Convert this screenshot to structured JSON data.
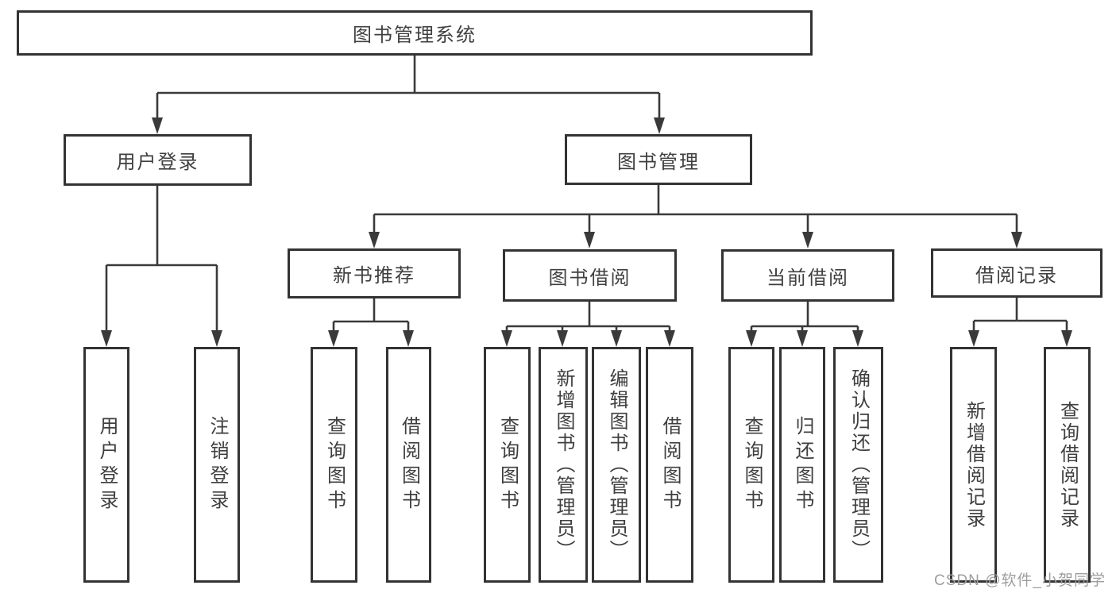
{
  "tree": {
    "label": "图书管理系统",
    "children": [
      {
        "label": "用户登录",
        "children": [
          {
            "label": "用户登录"
          },
          {
            "label": "注销登录"
          }
        ]
      },
      {
        "label": "图书管理",
        "children": [
          {
            "label": "新书推荐",
            "children": [
              {
                "label": "查询图书"
              },
              {
                "label": "借阅图书"
              }
            ]
          },
          {
            "label": "图书借阅",
            "children": [
              {
                "label": "查询图书"
              },
              {
                "label": "新增图书（管理员）"
              },
              {
                "label": "编辑图书（管理员）"
              },
              {
                "label": "借阅图书"
              }
            ]
          },
          {
            "label": "当前借阅",
            "children": [
              {
                "label": "查询图书"
              },
              {
                "label": "归还图书"
              },
              {
                "label": "确认归还（管理员）"
              }
            ]
          },
          {
            "label": "借阅记录",
            "children": [
              {
                "label": "新增借阅记录"
              },
              {
                "label": "查询借阅记录"
              }
            ]
          }
        ]
      }
    ]
  },
  "watermark": {
    "text": "CSDN @软件_小贺同学"
  },
  "colors": {
    "line": "#3a3a3a",
    "border": "#333333",
    "text": "#3f3f3f",
    "watermark": "#9e9e9e",
    "background": "#ffffff"
  }
}
